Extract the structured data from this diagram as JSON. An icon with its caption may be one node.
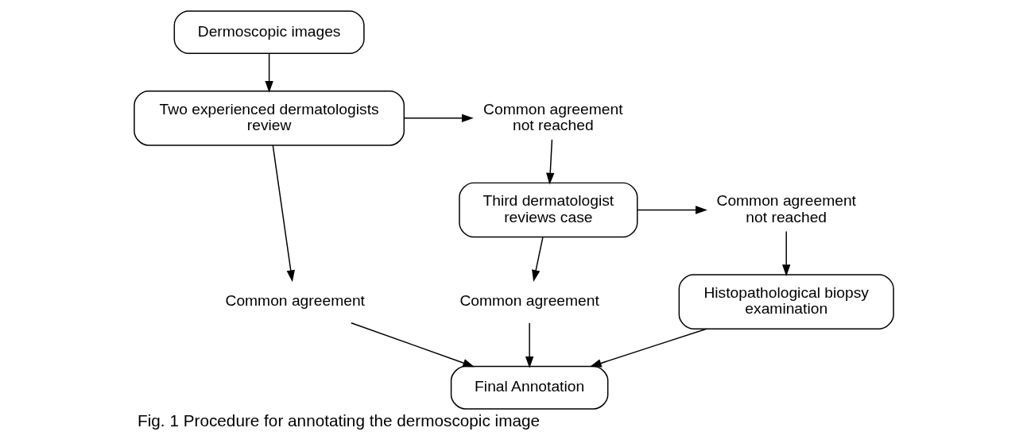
{
  "diagram": {
    "caption": "Fig. 1 Procedure for annotating the dermoscopic image",
    "nodes": [
      {
        "text": [
          "Dermoscopic images"
        ]
      },
      {
        "text": [
          "Two experienced dermatologists review"
        ]
      },
      {
        "text": [
          "Common agreement not reached"
        ]
      },
      {
        "text": [
          "Common agreement"
        ]
      },
      {
        "text": [
          "Third dermatologist reviews case"
        ]
      },
      {
        "text": [
          "Common agreement not reached"
        ]
      },
      {
        "text": [
          "Common agreement"
        ]
      },
      {
        "text": [
          "Histopathological biopsy examination"
        ]
      },
      {
        "text": [
          "Final Annotation"
        ]
      }
    ],
    "edges": [
      {
        "from": 0,
        "to": 1,
        "arrow": "to"
      },
      {
        "from": 1,
        "to": 2,
        "arrow": "to"
      },
      {
        "from": 1,
        "to": 3,
        "arrow": "to"
      },
      {
        "from": 2,
        "to": 4,
        "arrow": "to"
      },
      {
        "from": 3,
        "to": 8,
        "arrow": "to"
      },
      {
        "from": 4,
        "to": 5,
        "arrow": "to"
      },
      {
        "from": 4,
        "to": 6,
        "arrow": "to"
      },
      {
        "from": 5,
        "to": 7,
        "arrow": "to"
      },
      {
        "from": 6,
        "to": 8,
        "arrow": "to"
      },
      {
        "from": 7,
        "to": 8,
        "arrow": "to"
      }
    ]
  }
}
